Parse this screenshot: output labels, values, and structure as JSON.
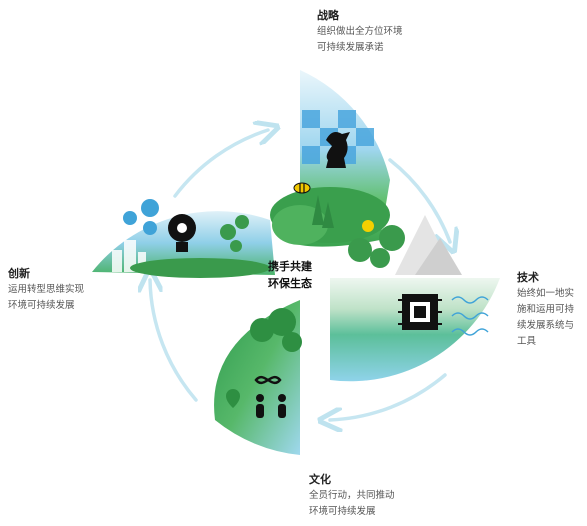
{
  "center": {
    "line1": "携手共建",
    "line2": "环保生态"
  },
  "strategy": {
    "title": "战略",
    "desc_line1": "组织做出全方位环境",
    "desc_line2": "可持续发展承诺"
  },
  "technology": {
    "title": "技术",
    "desc_line1": "始终如一地实",
    "desc_line2": "施和运用可持",
    "desc_line3": "续发展系统与",
    "desc_line4": "工具"
  },
  "culture": {
    "title": "文化",
    "desc_line1": "全员行动，共同推动",
    "desc_line2": "环境可持续发展"
  },
  "innovation": {
    "title": "创新",
    "desc_line1": "运用转型思维实现",
    "desc_line2": "环境可持续发展"
  },
  "colors": {
    "cycle_arrow": "#bfe3ef",
    "sky": "#d9f0f7",
    "green_dark": "#2e9b4e",
    "green_light": "#7cc576",
    "blue": "#3fa3d8",
    "chip": "#1a1a1a"
  },
  "icons": [
    "chess-knight-icon",
    "cpu-chip-icon",
    "lightbulb-gear-icon",
    "people-infinity-icon",
    "bee-icon"
  ]
}
